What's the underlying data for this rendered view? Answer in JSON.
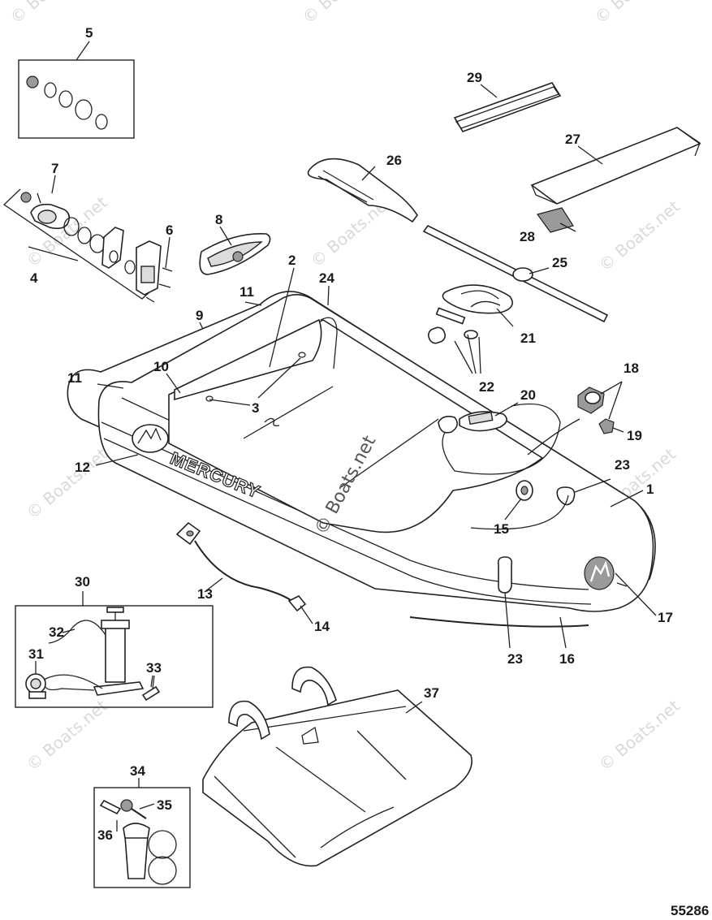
{
  "watermark": "© Boats.net",
  "figure_number": "55286",
  "brand_text": "MERCURY",
  "callouts": [
    {
      "id": "c1",
      "text": "1"
    },
    {
      "id": "c2",
      "text": "2"
    },
    {
      "id": "c3a",
      "text": "3"
    },
    {
      "id": "c3b",
      "text": "3"
    },
    {
      "id": "c4",
      "text": "4"
    },
    {
      "id": "c5",
      "text": "5"
    },
    {
      "id": "c6",
      "text": "6"
    },
    {
      "id": "c7",
      "text": "7"
    },
    {
      "id": "c8",
      "text": "8"
    },
    {
      "id": "c9",
      "text": "9"
    },
    {
      "id": "c10",
      "text": "10"
    },
    {
      "id": "c11a",
      "text": "11"
    },
    {
      "id": "c11b",
      "text": "11"
    },
    {
      "id": "c12",
      "text": "12"
    },
    {
      "id": "c13",
      "text": "13"
    },
    {
      "id": "c14",
      "text": "14"
    },
    {
      "id": "c15",
      "text": "15"
    },
    {
      "id": "c16",
      "text": "16"
    },
    {
      "id": "c17",
      "text": "17"
    },
    {
      "id": "c18",
      "text": "18"
    },
    {
      "id": "c19",
      "text": "19"
    },
    {
      "id": "c20",
      "text": "20"
    },
    {
      "id": "c21",
      "text": "21"
    },
    {
      "id": "c22",
      "text": "22"
    },
    {
      "id": "c23a",
      "text": "23"
    },
    {
      "id": "c23b",
      "text": "23"
    },
    {
      "id": "c24",
      "text": "24"
    },
    {
      "id": "c25",
      "text": "25"
    },
    {
      "id": "c26",
      "text": "26"
    },
    {
      "id": "c27",
      "text": "27"
    },
    {
      "id": "c28",
      "text": "28"
    },
    {
      "id": "c29",
      "text": "29"
    },
    {
      "id": "c30",
      "text": "30"
    },
    {
      "id": "c31",
      "text": "31"
    },
    {
      "id": "c32",
      "text": "32"
    },
    {
      "id": "c33",
      "text": "33"
    },
    {
      "id": "c34",
      "text": "34"
    },
    {
      "id": "c35",
      "text": "35"
    },
    {
      "id": "c36",
      "text": "36"
    },
    {
      "id": "c37",
      "text": "37"
    }
  ]
}
